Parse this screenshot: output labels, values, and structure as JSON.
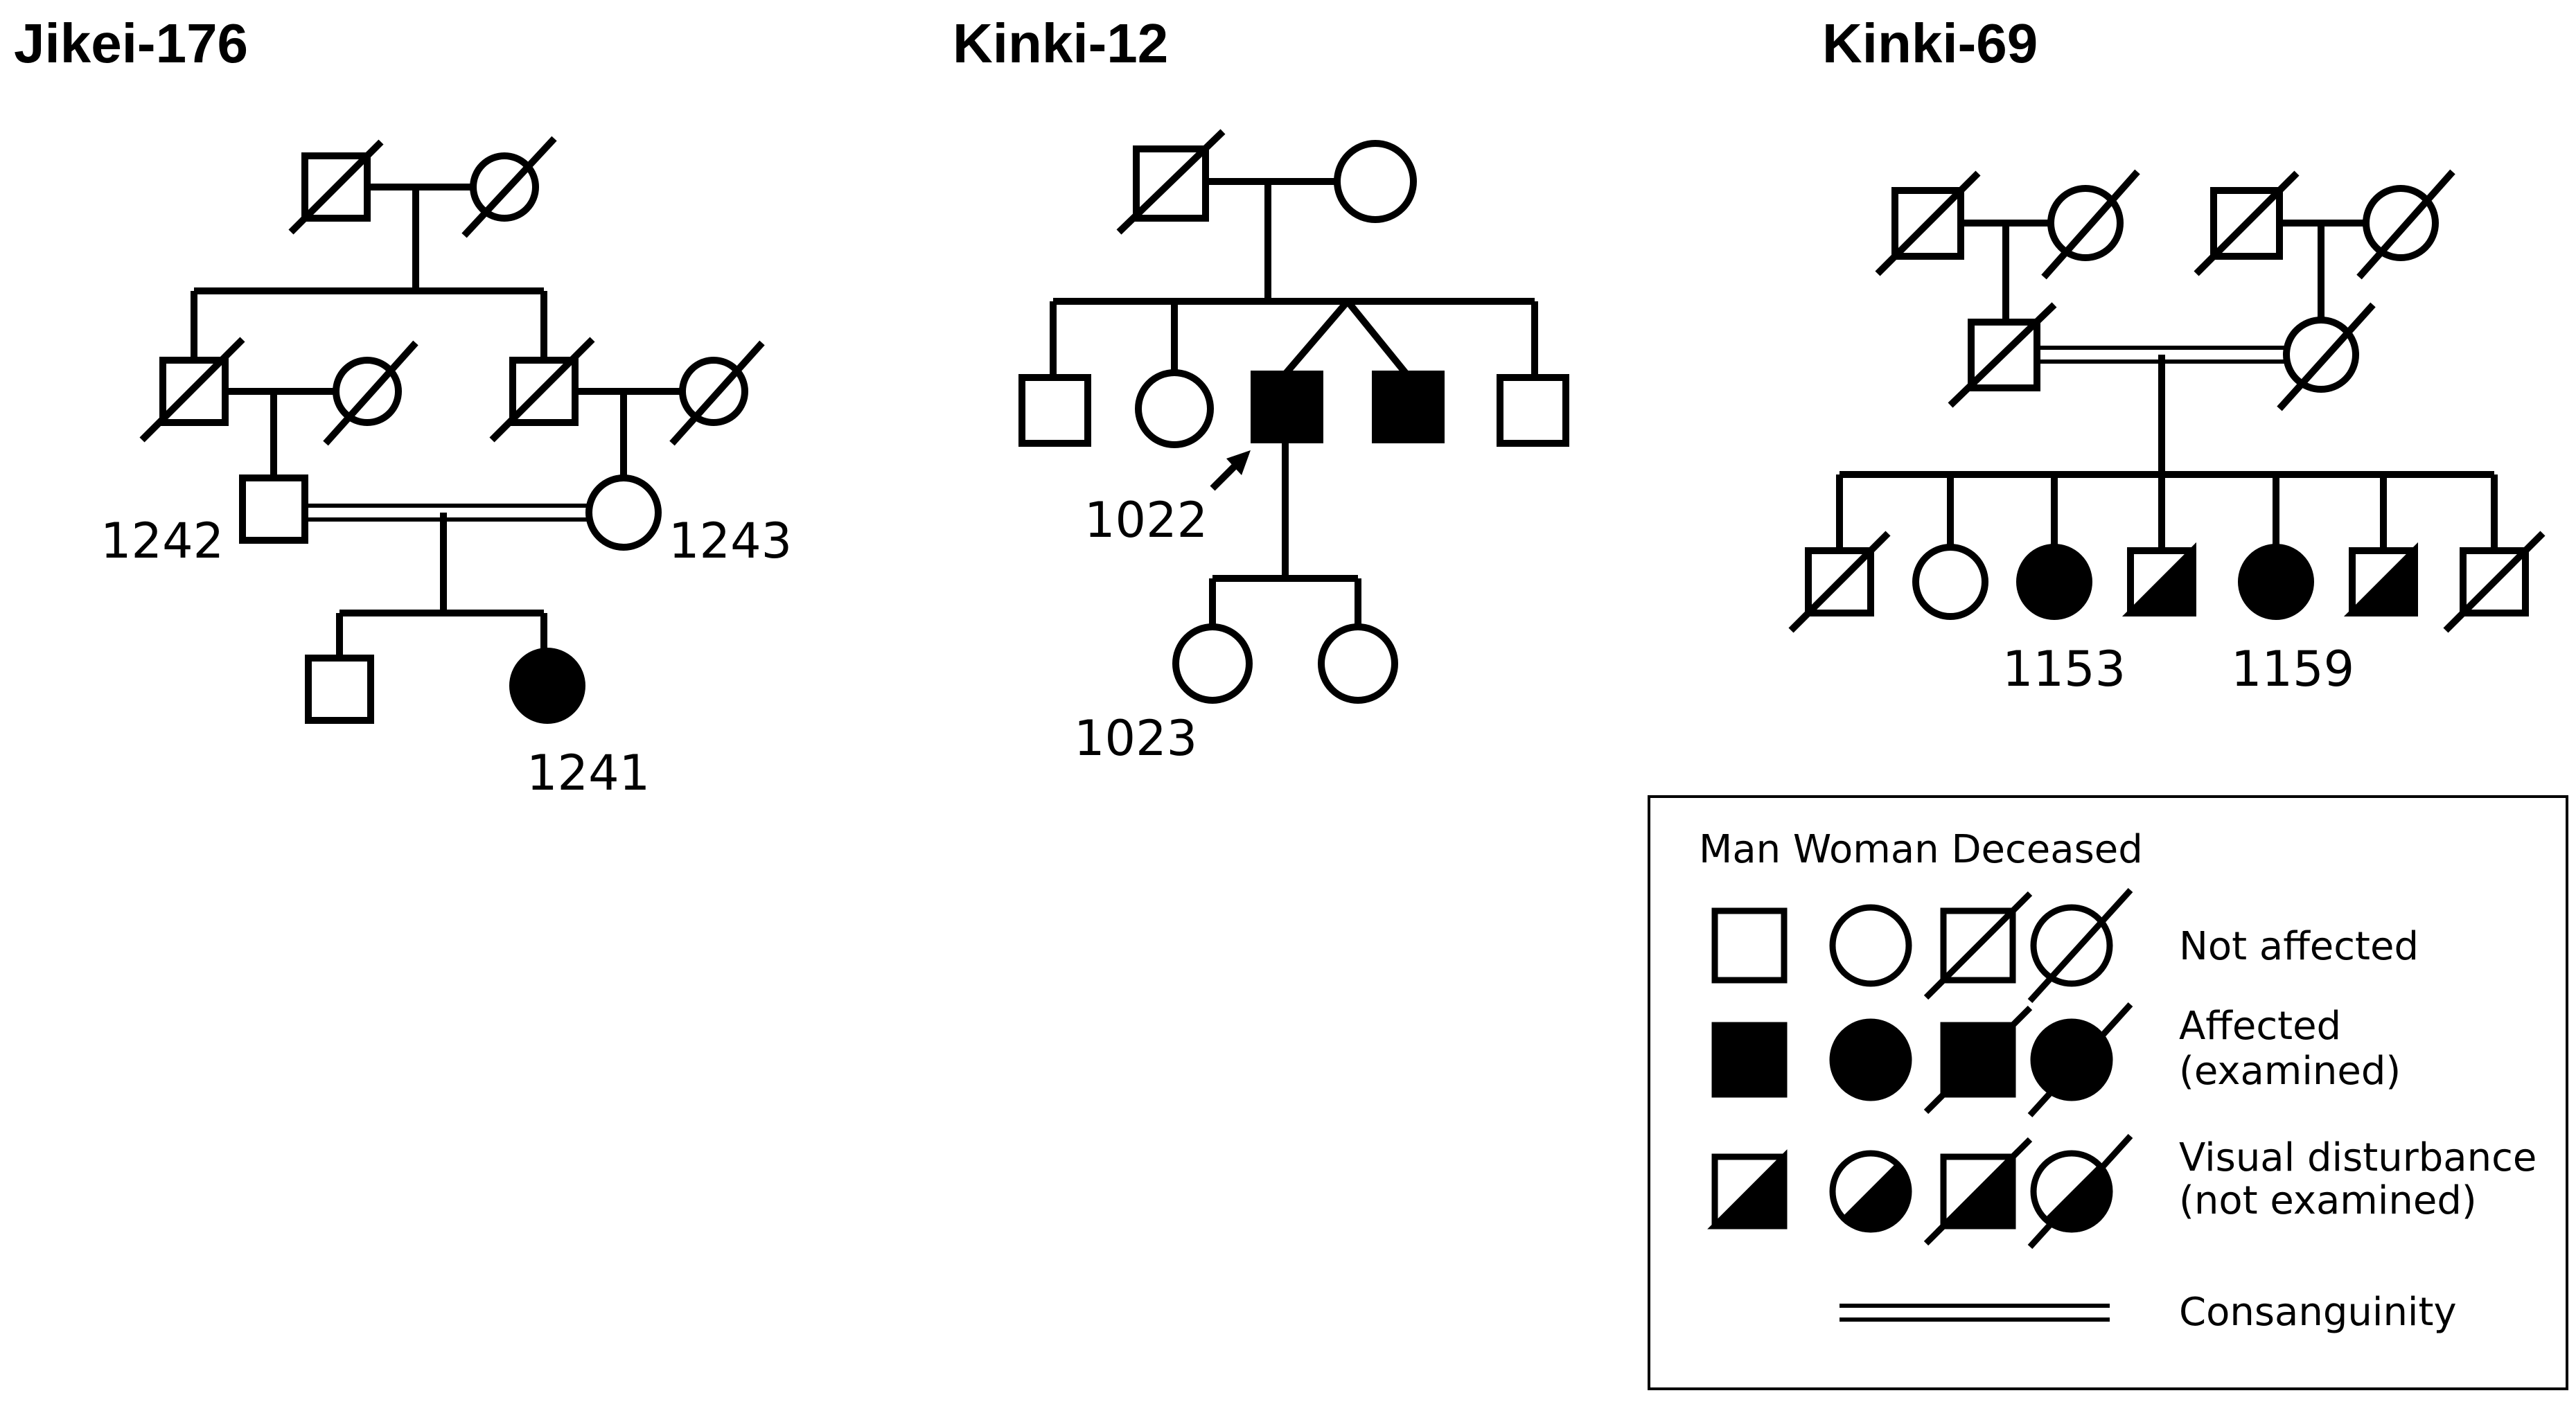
{
  "pedigrees": [
    {
      "name": "Jikei-176",
      "labels": [
        {
          "id": "1242",
          "text": "1242"
        },
        {
          "id": "1243",
          "text": "1243"
        },
        {
          "id": "1241",
          "text": "1241"
        }
      ]
    },
    {
      "name": "Kinki-12",
      "labels": [
        {
          "id": "1022",
          "text": "1022"
        },
        {
          "id": "1023",
          "text": "1023"
        }
      ]
    },
    {
      "name": "Kinki-69",
      "labels": [
        {
          "id": "1153",
          "text": "1153"
        },
        {
          "id": "1159",
          "text": "1159"
        }
      ]
    }
  ],
  "legend": {
    "header": "Man Woman Deceased",
    "rows": [
      {
        "label1": "Not affected",
        "label2": ""
      },
      {
        "label1": "Affected",
        "label2": "(examined)"
      },
      {
        "label1": "Visual disturbance",
        "label2": "(not examined)"
      },
      {
        "label1": "Consanguinity",
        "label2": ""
      }
    ]
  },
  "colors": {
    "stroke": "#000000",
    "fill_affected": "#000000",
    "fill_none": "#ffffff"
  }
}
